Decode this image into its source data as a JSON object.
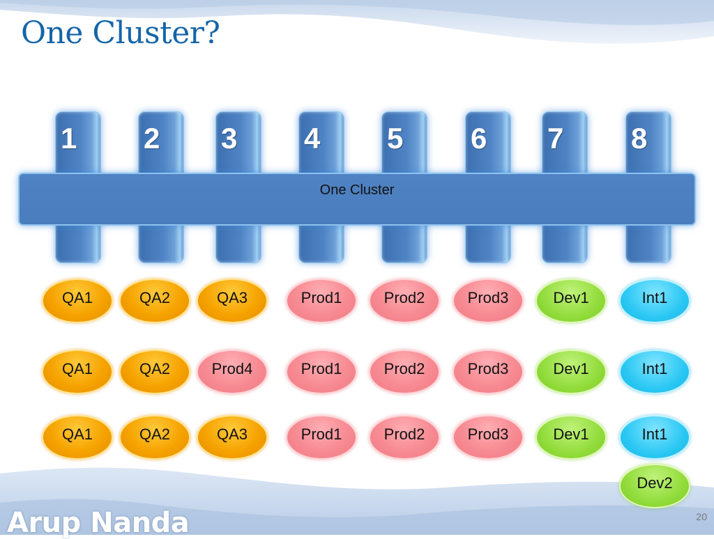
{
  "slide": {
    "title": "One Cluster?",
    "author": "Arup Nanda",
    "page_number": "20"
  },
  "cluster": {
    "label": "One Cluster",
    "servers": [
      "1",
      "2",
      "3",
      "4",
      "5",
      "6",
      "7",
      "8"
    ]
  },
  "rows": [
    [
      {
        "label": "QA1",
        "kind": "qa"
      },
      {
        "label": "QA2",
        "kind": "qa"
      },
      {
        "label": "QA3",
        "kind": "qa"
      },
      {
        "label": "Prod1",
        "kind": "prod"
      },
      {
        "label": "Prod2",
        "kind": "prod"
      },
      {
        "label": "Prod3",
        "kind": "prod"
      },
      {
        "label": "Dev1",
        "kind": "dev"
      },
      {
        "label": "Int1",
        "kind": "int"
      }
    ],
    [
      {
        "label": "QA1",
        "kind": "qa"
      },
      {
        "label": "QA2",
        "kind": "qa"
      },
      {
        "label": "Prod4",
        "kind": "prod"
      },
      {
        "label": "Prod1",
        "kind": "prod"
      },
      {
        "label": "Prod2",
        "kind": "prod"
      },
      {
        "label": "Prod3",
        "kind": "prod"
      },
      {
        "label": "Dev1",
        "kind": "dev"
      },
      {
        "label": "Int1",
        "kind": "int"
      }
    ],
    [
      {
        "label": "QA1",
        "kind": "qa"
      },
      {
        "label": "QA2",
        "kind": "qa"
      },
      {
        "label": "QA3",
        "kind": "qa"
      },
      {
        "label": "Prod1",
        "kind": "prod"
      },
      {
        "label": "Prod2",
        "kind": "prod"
      },
      {
        "label": "Prod3",
        "kind": "prod"
      },
      {
        "label": "Dev1",
        "kind": "dev"
      },
      {
        "label": "Int1",
        "kind": "int"
      }
    ]
  ],
  "extra": {
    "label": "Dev2",
    "kind": "dev"
  },
  "colors": {
    "title": "#1565a8",
    "server": "#4f84c4",
    "cluster_bar": "#4a7dbd",
    "qa": "#f6a300",
    "prod": "#f78a92",
    "dev": "#92dc3c",
    "int": "#2cc8f4"
  }
}
